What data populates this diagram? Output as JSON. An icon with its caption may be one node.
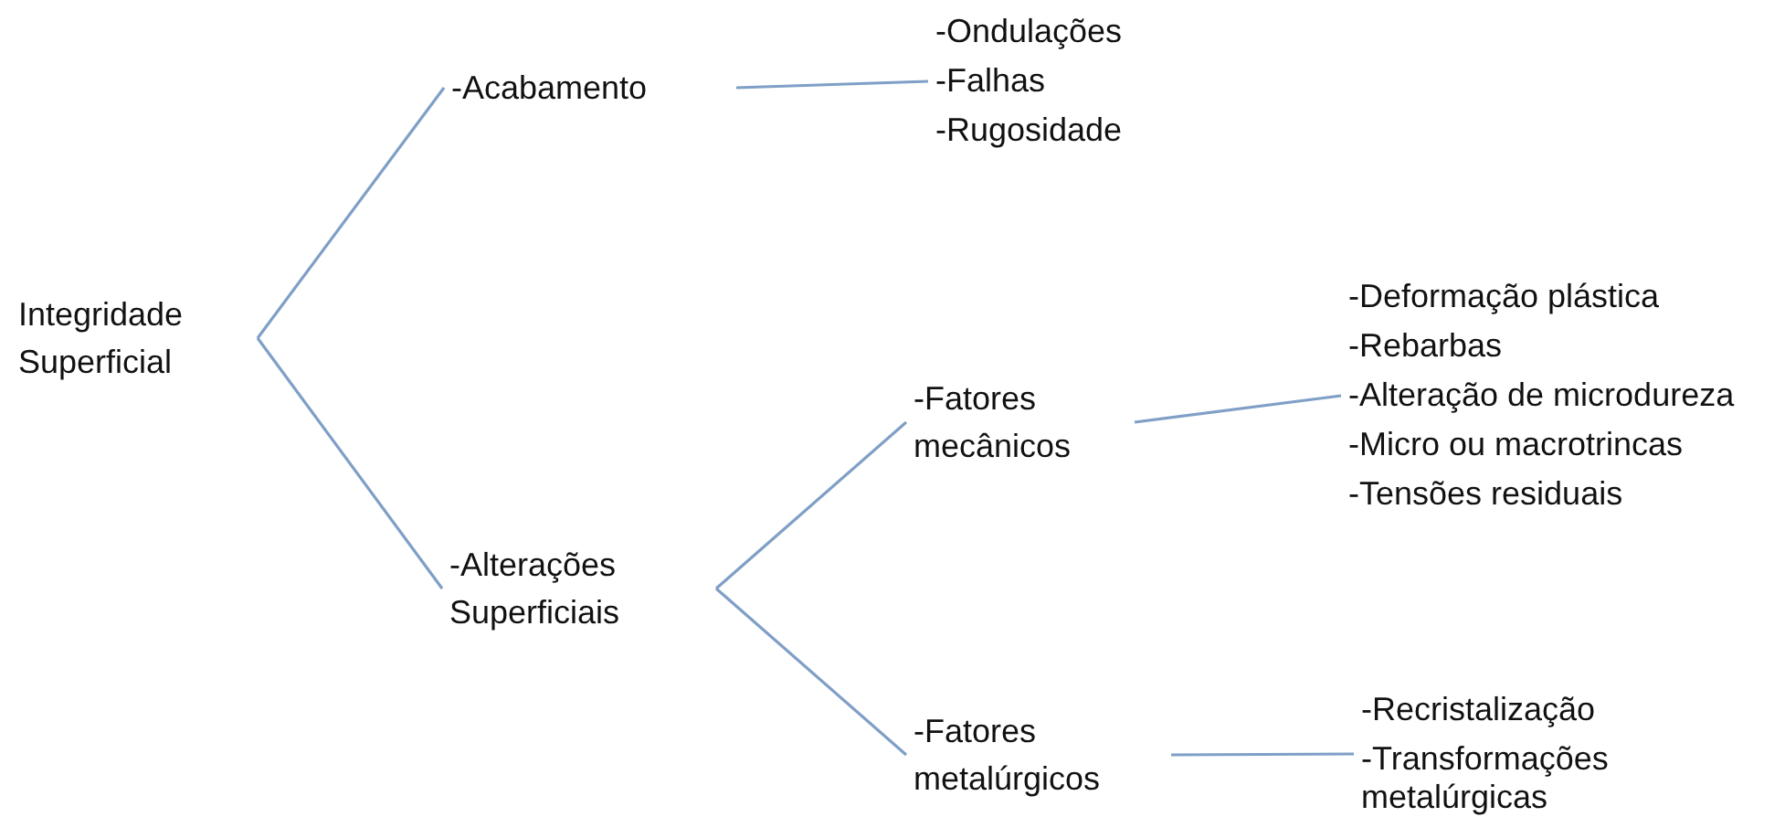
{
  "diagram": {
    "nodes": [
      {
        "text": [
          "Integridade Superficial"
        ]
      },
      {
        "text": [
          "-Acabamento"
        ]
      },
      {
        "text": [
          "-Ondulações",
          "-Falhas",
          "-Rugosidade"
        ]
      },
      {
        "text": [
          "-Alterações Superficiais"
        ]
      },
      {
        "text": [
          "-Fatores mecânicos"
        ]
      },
      {
        "text": [
          "-Deformação plástica",
          "-Rebarbas",
          "-Alteração de microdureza",
          "-Micro ou macrotrincas",
          "-Tensões residuais"
        ]
      },
      {
        "text": [
          "-Fatores metalúrgicos"
        ]
      },
      {
        "text": [
          "-Recristalização",
          "-Transformações metalúrgicas"
        ]
      }
    ],
    "edges": [
      {
        "from": 0,
        "to": 1,
        "arrow": "none"
      },
      {
        "from": 0,
        "to": 3,
        "arrow": "none"
      },
      {
        "from": 1,
        "to": 2,
        "arrow": "none"
      },
      {
        "from": 3,
        "to": 4,
        "arrow": "none"
      },
      {
        "from": 3,
        "to": 6,
        "arrow": "none"
      },
      {
        "from": 4,
        "to": 5,
        "arrow": "none"
      },
      {
        "from": 6,
        "to": 7,
        "arrow": "none"
      }
    ]
  }
}
